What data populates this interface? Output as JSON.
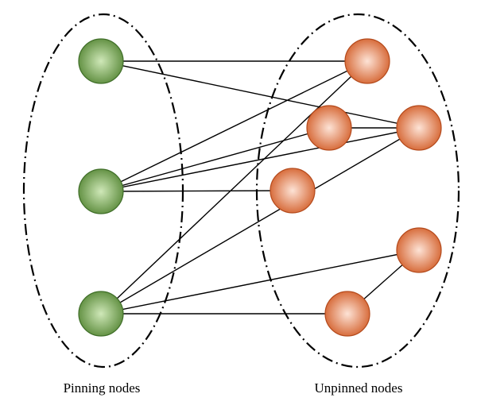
{
  "groups": [
    {
      "id": "pinning",
      "label": "Pinning nodes",
      "node_color": "#5a8a3a",
      "node_highlight": "#cfe8b8",
      "node_edge": "#3f6e28"
    },
    {
      "id": "unpinned",
      "label": "Unpinned nodes",
      "node_color": "#d4622e",
      "node_highlight": "#fde3d6",
      "node_edge": "#b44a1c"
    }
  ],
  "nodes": [
    {
      "id": "p1",
      "group": "pinning"
    },
    {
      "id": "p2",
      "group": "pinning"
    },
    {
      "id": "p3",
      "group": "pinning"
    },
    {
      "id": "u1",
      "group": "unpinned"
    },
    {
      "id": "u2",
      "group": "unpinned"
    },
    {
      "id": "u3",
      "group": "unpinned"
    },
    {
      "id": "u4",
      "group": "unpinned"
    },
    {
      "id": "u5",
      "group": "unpinned"
    },
    {
      "id": "u6",
      "group": "unpinned"
    }
  ],
  "edges": [
    [
      "p1",
      "u1"
    ],
    [
      "p1",
      "u3"
    ],
    [
      "p2",
      "u1"
    ],
    [
      "p2",
      "u2"
    ],
    [
      "p2",
      "u3"
    ],
    [
      "p2",
      "u4"
    ],
    [
      "p3",
      "u1"
    ],
    [
      "p3",
      "u3"
    ],
    [
      "p3",
      "u5"
    ],
    [
      "p3",
      "u6"
    ],
    [
      "u2",
      "u3"
    ],
    [
      "u5",
      "u6"
    ]
  ],
  "line_color": "#000000"
}
